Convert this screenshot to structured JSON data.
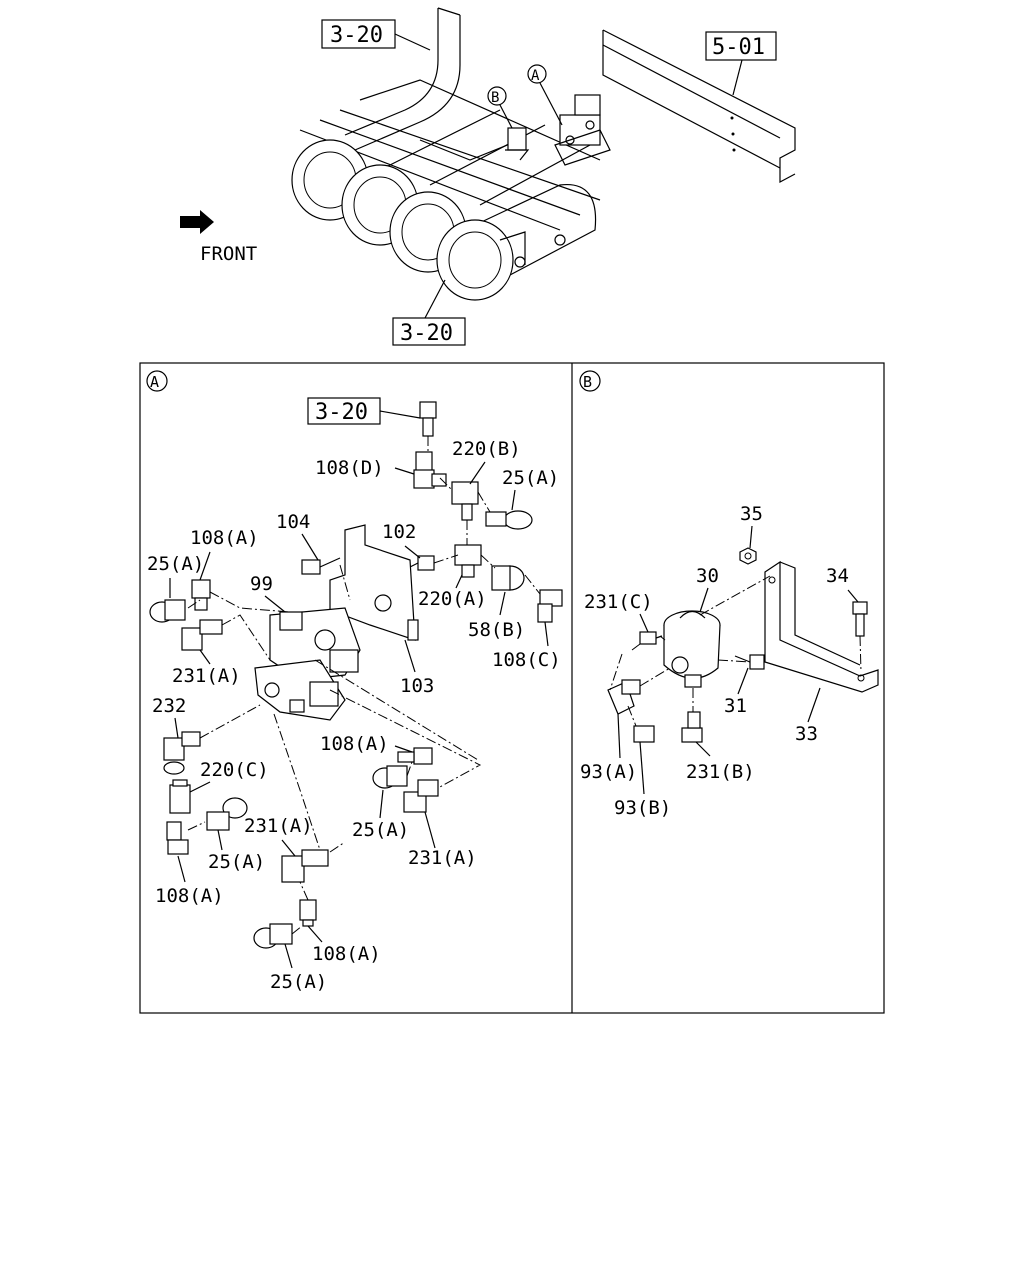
{
  "overview": {
    "ref_top": "3-20",
    "ref_bottom": "3-20",
    "ref_frame": "5-01",
    "callout_a": "A",
    "callout_b": "B",
    "front_label": "FRONT"
  },
  "panel_a": {
    "marker": "A",
    "labels": {
      "ref_3_20": "3-20",
      "p108d": "108(D)",
      "p220b": "220(B)",
      "p25a_top": "25(A)",
      "p104": "104",
      "p102": "102",
      "p108a_left": "108(A)",
      "p25a_left": "25(A)",
      "p99": "99",
      "p220a": "220(A)",
      "p58b": "58(B)",
      "p108c": "108(C)",
      "p231a_left": "231(A)",
      "p103": "103",
      "p232": "232",
      "p108a_mid": "108(A)",
      "p220c": "220(C)",
      "p25a_mid": "25(A)",
      "p231a_right": "231(A)",
      "p231a_center": "231(A)",
      "p25a_bottom_left": "25(A)",
      "p108a_bottom_left": "108(A)",
      "p108a_bottom": "108(A)",
      "p25a_bottom": "25(A)"
    }
  },
  "panel_b": {
    "marker": "B",
    "labels": {
      "p35": "35",
      "p30": "30",
      "p34": "34",
      "p231c": "231(C)",
      "p31": "31",
      "p33": "33",
      "p93a": "93(A)",
      "p231b": "231(B)",
      "p93b": "93(B)"
    }
  }
}
